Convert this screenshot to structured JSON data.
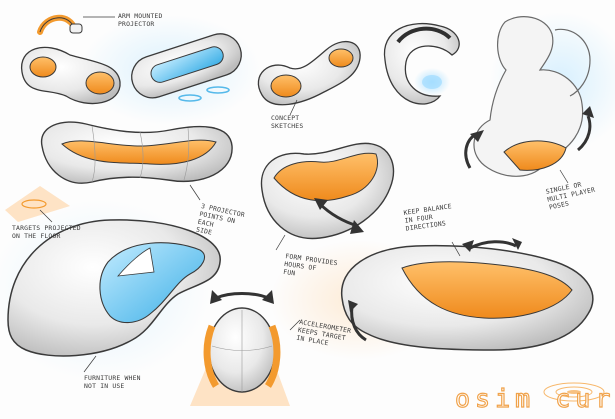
{
  "annotations": {
    "arm_mounted_projector": [
      "ARM MOUNTED",
      "PROJECTOR"
    ],
    "concept_sketches": [
      "CONCEPT",
      "SKETCHES"
    ],
    "targets_projected": [
      "TARGETS PROJECTED",
      "ON THE FLOOR"
    ],
    "three_projector_points": [
      "3 PROJECTOR",
      "POINTS ON",
      "EACH",
      "SIDE"
    ],
    "form_provides_hours": [
      "FORM PROVIDES",
      "HOURS OF",
      "FUN"
    ],
    "keep_balance": [
      "KEEP BALANCE",
      "IN FOUR",
      "DIRECTIONS"
    ],
    "single_or_multi_player": [
      "SINGLE OR",
      "MULTI PLAYER",
      "POSES"
    ],
    "furniture_when_not_in_use": [
      "FURNITURE WHEN",
      "NOT IN USE"
    ],
    "accelerometer": [
      "ACCELEROMETER",
      "KEEPS TARGET",
      "IN PLACE"
    ]
  },
  "brand": {
    "name": "osim curve"
  },
  "colors": {
    "orange_accent": "#f39a2e",
    "blue_glow": "#6cc6ee",
    "outline": "#3a3a3a",
    "shell_gray": "#dcdcdc",
    "brand_orange": "#f0a24a"
  }
}
